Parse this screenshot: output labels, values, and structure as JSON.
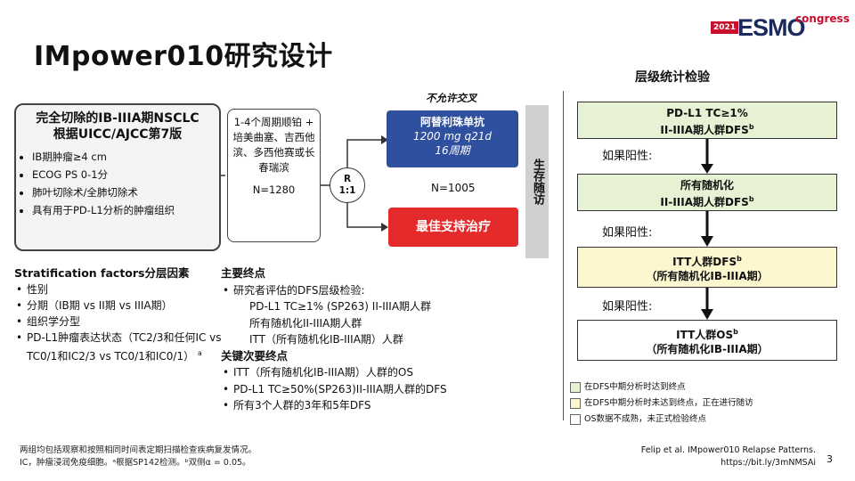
{
  "title": "IMpower010研究设计",
  "logo": {
    "year": "2021",
    "brand": "ESMO",
    "suffix": "congress"
  },
  "population": {
    "heading_line1": "完全切除的IB-IIIA期NSCLC",
    "heading_line2": "根据UICC/AJCC第7版",
    "items": [
      "IB期肿瘤≥4 cm",
      "ECOG PS 0-1分",
      "肺叶切除术/全肺切除术",
      "具有用于PD-L1分析的肿瘤组织"
    ]
  },
  "treatment": {
    "text": "1-4个周期顺铂 + 培美曲塞、吉西他滨、多西他赛或长春瑞滨",
    "n": "N=1280"
  },
  "randomization": {
    "line1": "R",
    "line2": "1:1"
  },
  "no_crossover": "不允许交叉",
  "arm1": {
    "name": "阿替利珠单抗",
    "dose": "1200 mg q21d",
    "duration": "16周期"
  },
  "arm2": {
    "name": "最佳支持治疗"
  },
  "n_randomized": "N=1005",
  "survival_followup": "生存随访",
  "stratification": {
    "heading": "Stratification factors分层因素",
    "items": [
      "性别",
      "分期（IB期 vs II期 vs IIIA期）",
      "组织学分型",
      "PD-L1肿瘤表达状态（TC2/3和任何IC vs TC0/1和IC2/3 vs TC0/1和IC0/1）"
    ],
    "sup": "a"
  },
  "endpoints": {
    "primary_heading": "主要终点",
    "primary_intro": "研究者评估的DFS层级检验:",
    "primary_items": [
      "PD-L1 TC≥1% (SP263) II-IIIA期人群",
      "所有随机化II-IIIA期人群",
      "ITT（所有随机化IB-IIIA期）人群"
    ],
    "secondary_heading": "关键次要终点",
    "secondary_items": [
      "ITT（所有随机化IB-IIIA期）人群的OS",
      "PD-L1 TC≥50%(SP263)II-IIIA期人群的DFS",
      "所有3个人群的3年和5年DFS"
    ]
  },
  "hierarchy": {
    "title": "层级统计检验",
    "if_positive": "如果阳性:",
    "boxes": [
      {
        "line1": "PD-L1 TC≥1%",
        "line2": "II-IIIA期人群DFS",
        "sup": "b"
      },
      {
        "line1": "所有随机化",
        "line2": "II-IIIA期人群DFS",
        "sup": "b"
      },
      {
        "line1": "ITT人群DFS",
        "line2": "（所有随机化IB-IIIA期）",
        "sup": "b"
      },
      {
        "line1": "ITT人群OS",
        "line2": "（所有随机化IB-IIIA期）",
        "sup": "b"
      }
    ],
    "legend": [
      {
        "text": "在DFS中期分析时达到终点",
        "color": "#e6f2d3"
      },
      {
        "text": "在DFS中期分析时未达到终点，正在进行随访",
        "color": "#fdf7d0"
      },
      {
        "text": "OS数据不成熟，未正式检验终点",
        "color": "#ffffff"
      }
    ]
  },
  "footnote": {
    "line1": "两组均包括观察和按照相同时间表定期扫描检查疾病复发情况。",
    "line2": "IC，肿瘤浸润免疫细胞。ᵃ根据SP142检测。ᵇ双侧α = 0.05。"
  },
  "citation": {
    "line1": "Felip et al. IMpower010 Relapse Patterns.",
    "line2": "https://bit.ly/3mNMSAi"
  },
  "page_number": "3"
}
